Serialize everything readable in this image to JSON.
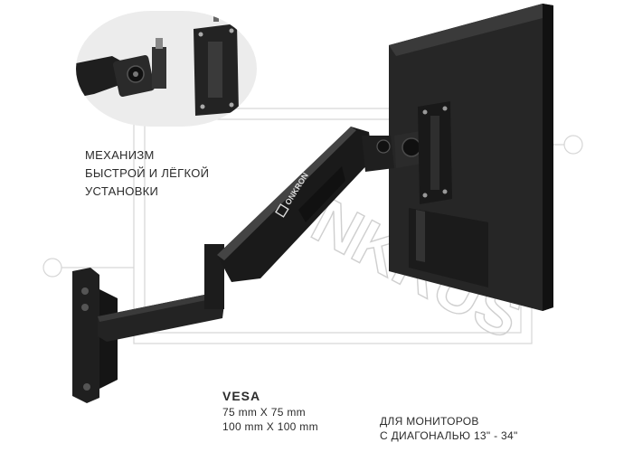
{
  "brand": {
    "logo_text": "ONKRON"
  },
  "watermark": {
    "text": "NKRUS"
  },
  "captions": {
    "mechanism": [
      "МЕХАНИЗМ",
      "БЫСТРОЙ И ЛЁГКОЙ",
      "УСТАНОВКИ"
    ],
    "vesa_title": "VESA",
    "vesa_sizes": [
      "75 mm X 75 mm",
      "100 mm X 100 mm"
    ],
    "diagonal": [
      "ДЛЯ МОНИТОРОВ",
      "С ДИАГОНАЛЬЮ 13\" - 34\""
    ]
  },
  "colors": {
    "arm": "#1c1c1c",
    "monitor_back": "#2a2a2a",
    "inset_bg": "#ececec",
    "watermark": "#c8c8c8"
  }
}
